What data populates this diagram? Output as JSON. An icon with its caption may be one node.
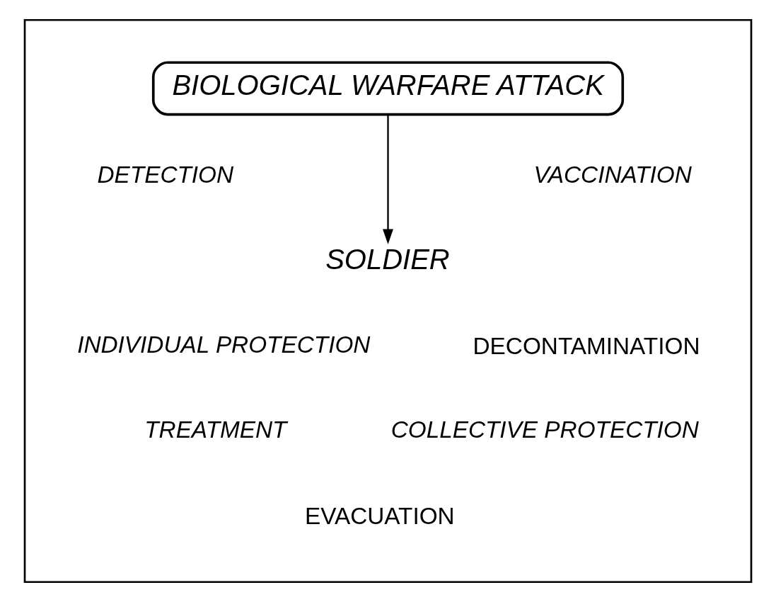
{
  "diagram": {
    "nodes": [
      {
        "text": [],
        "shape": "box"
      },
      {
        "text": [
          "BIOLOGICAL WARFARE ATTACK"
        ],
        "in": 0
      },
      {
        "text": [
          "SOLDIER"
        ],
        "in": 0
      }
    ],
    "edges": [
      {
        "from": 1,
        "to": 2,
        "arrow": "to"
      }
    ],
    "labels": [
      "DETECTION",
      "VACCINATION",
      "INDIVIDUAL PROTECTION",
      "DECONTAMINATION",
      "TREATMENT",
      "COLLECTIVE PROTECTION",
      "EVACUATION"
    ]
  }
}
